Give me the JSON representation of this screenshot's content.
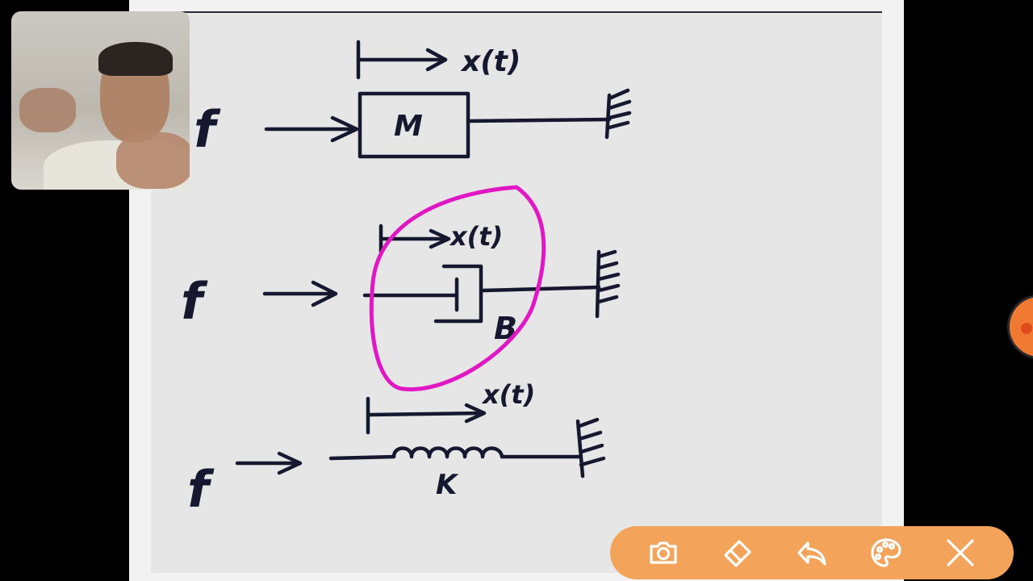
{
  "whiteboard": {
    "diagram_1": {
      "force_label": "f",
      "displacement_label": "x(t)",
      "element_label": "M"
    },
    "diagram_2": {
      "force_label": "f",
      "displacement_label": "x(t)",
      "element_label": "B"
    },
    "diagram_3": {
      "force_label": "f",
      "displacement_label": "x(t)",
      "element_label": "K"
    }
  },
  "colors": {
    "ink": "#15182e",
    "highlight": "#e018c4",
    "toolbar": "#f4a45a",
    "side_button": "#f07a32"
  },
  "toolbar": {
    "icons": [
      "camera-icon",
      "eraser-icon",
      "undo-icon",
      "palette-icon",
      "close-icon"
    ]
  }
}
